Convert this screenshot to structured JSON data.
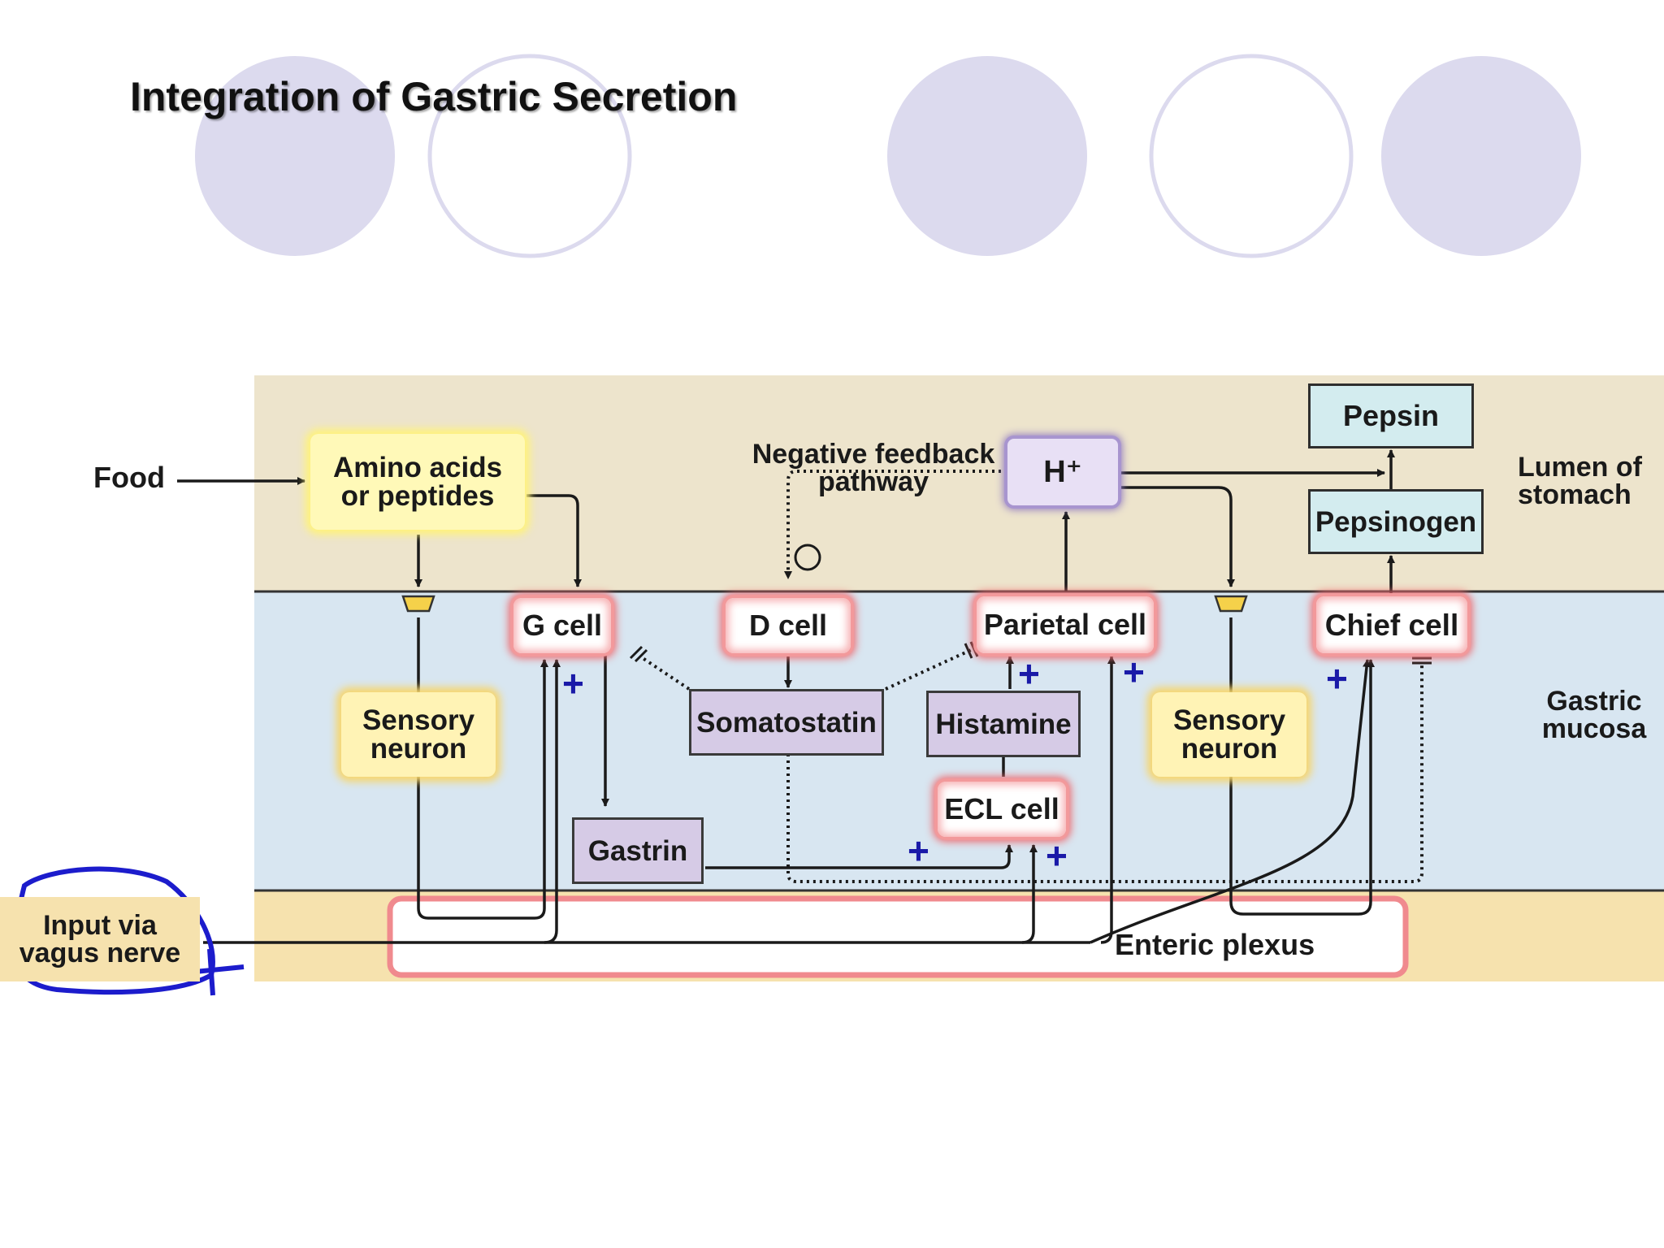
{
  "title": "Integration of Gastric Secretion",
  "regions": {
    "lumen": "Lumen of stomach",
    "mucosa": "Gastric mucosa",
    "plexus": "Enteric plexus"
  },
  "labels": {
    "food": "Food",
    "amino": "Amino acids or peptides",
    "neg_feedback": "Negative feedback pathway",
    "hplus": "H⁺",
    "pepsin": "Pepsin",
    "pepsinogen": "Pepsinogen",
    "gcell": "G cell",
    "dcell": "D cell",
    "parietal": "Parietal cell",
    "chief": "Chief cell",
    "somatostatin": "Somatostatin",
    "histamine": "Histamine",
    "ecl": "ECL cell",
    "gastrin": "Gastrin",
    "sensory_left": "Sensory neuron",
    "sensory_right": "Sensory neuron",
    "vagus": "Input via vagus nerve",
    "plus_sign": "+",
    "circled_plus": "⊕",
    "minus_sign": "="
  },
  "colors": {
    "lumen_bg": "#ede4cc",
    "mucosa_bg": "#d8e6f1",
    "plexus_bg": "#f6e2ae",
    "circle_fill": "#dcdaee",
    "circle_stroke": "#dcdaee",
    "plus_blue": "#1a1aa8",
    "annotation_blue": "#1c1ccc"
  }
}
